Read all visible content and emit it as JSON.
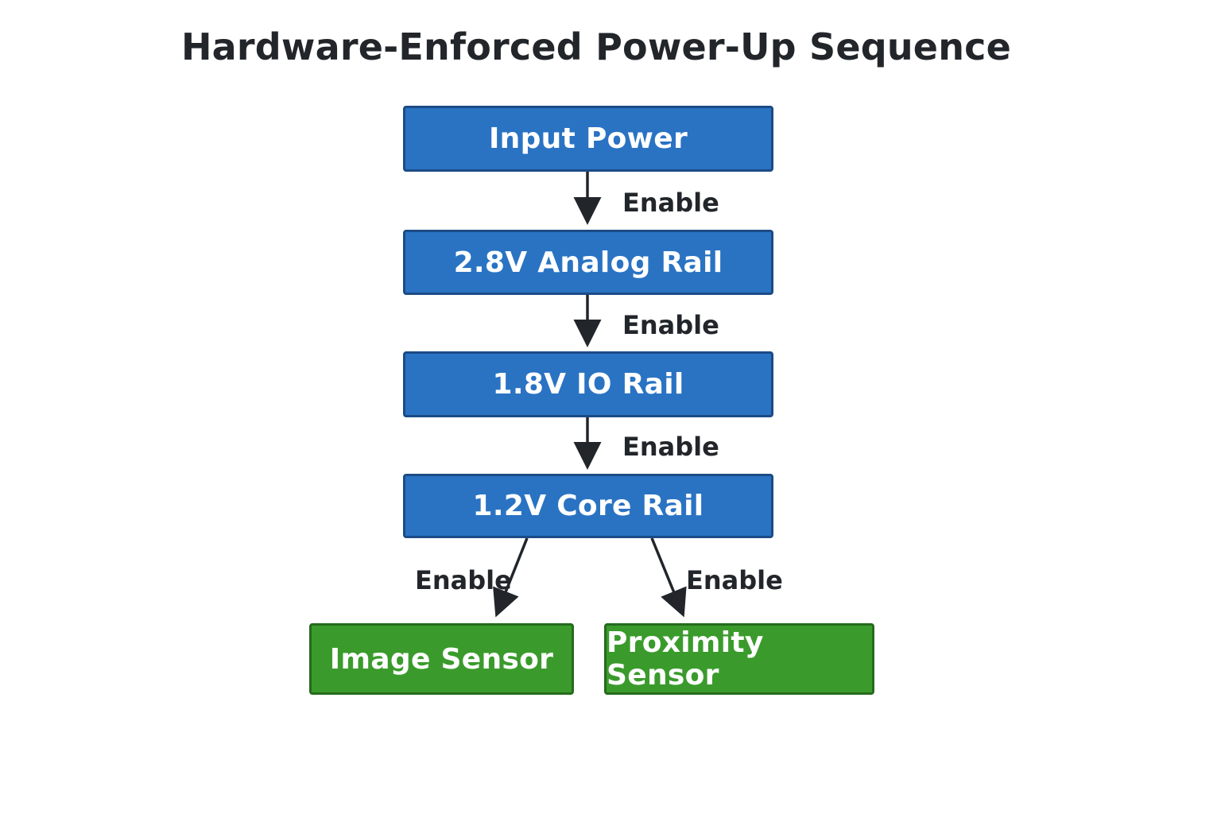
{
  "title": "Hardware-Enforced Power-Up Sequence",
  "nodes": {
    "input_power": "Input Power",
    "analog_rail": "2.8V Analog Rail",
    "io_rail": "1.8V IO Rail",
    "core_rail": "1.2V Core Rail",
    "image_sensor": "Image Sensor",
    "proximity_sensor": "Proximity Sensor"
  },
  "edges": [
    {
      "from": "Input Power",
      "to": "2.8V Analog Rail",
      "label": "Enable"
    },
    {
      "from": "2.8V Analog Rail",
      "to": "1.8V IO Rail",
      "label": "Enable"
    },
    {
      "from": "1.8V IO Rail",
      "to": "1.2V Core Rail",
      "label": "Enable"
    },
    {
      "from": "1.2V Core Rail",
      "to": "Image Sensor",
      "label": "Enable"
    },
    {
      "from": "1.2V Core Rail",
      "to": "Proximity Sensor",
      "label": "Enable"
    }
  ],
  "colors": {
    "rail_fill": "#2a73c3",
    "rail_border": "#1b4b86",
    "sensor_fill": "#3a9b2c",
    "sensor_border": "#256b1d",
    "arrow": "#22262b"
  }
}
